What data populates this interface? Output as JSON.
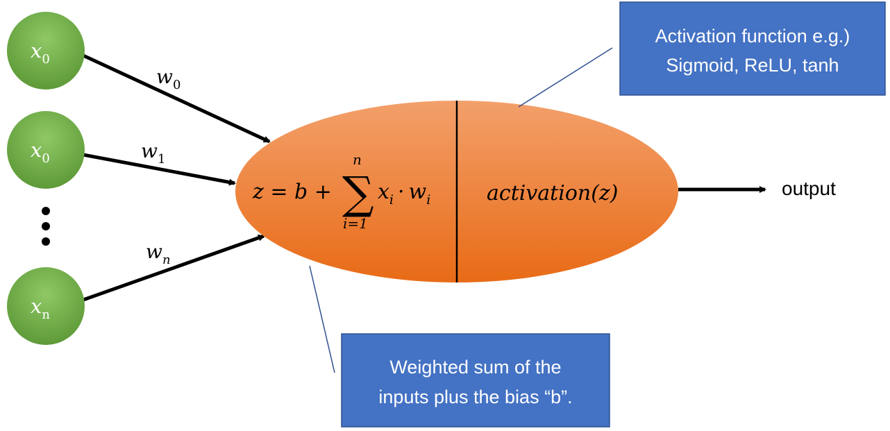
{
  "inputs": [
    {
      "base": "x",
      "sub": "0"
    },
    {
      "base": "x",
      "sub": "0"
    },
    {
      "base": "x",
      "sub": "n"
    }
  ],
  "weights": [
    {
      "base": "w",
      "sub": "0"
    },
    {
      "base": "w",
      "sub": "1"
    },
    {
      "base": "w",
      "sub": "n"
    }
  ],
  "formula": {
    "lhs": "z = b +",
    "sum_symbol": "∑",
    "upper": "n",
    "lower": "i=1",
    "x": "x",
    "x_sub": "i",
    "dot": "·",
    "w": "w",
    "w_sub": "i"
  },
  "activation_expr": "activation(z)",
  "output_label": "output",
  "callouts": {
    "activation": {
      "lines": [
        "Activation function e.g.)",
        "Sigmoid, ReLU, tanh"
      ]
    },
    "weighted_sum": {
      "lines": [
        "Weighted sum of the",
        "inputs plus the bias “b”."
      ]
    }
  },
  "colors": {
    "input_node": "#70ad47",
    "neuron_top": "#f4a06a",
    "neuron_bottom": "#e8711d",
    "callout_box": "#4472c4",
    "arrow": "#000000",
    "leader_line": "#2f4f8f"
  }
}
